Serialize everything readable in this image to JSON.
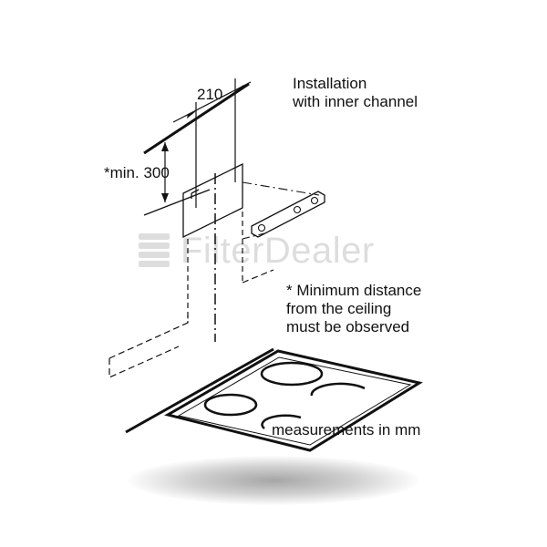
{
  "diagram": {
    "title_lines": [
      "Installation",
      "with inner channel"
    ],
    "dimension_width": "210",
    "dimension_height": "*min. 300",
    "note_lines": [
      "* Minimum distance",
      "from the ceiling",
      "must be observed"
    ],
    "units_note": "measurements in mm"
  },
  "watermark": {
    "text": "FilterDealer"
  },
  "colors": {
    "line": "#111111",
    "watermark": "#000000"
  }
}
